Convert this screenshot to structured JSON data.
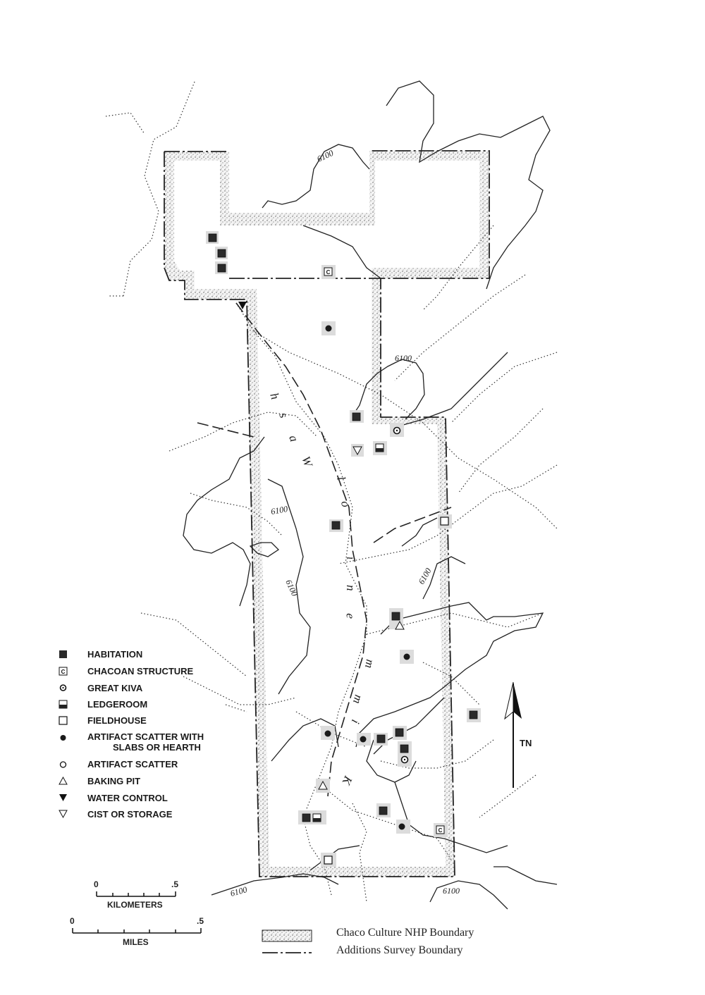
{
  "legend": {
    "items": [
      {
        "symbol": "habitation",
        "label": "HABITATION"
      },
      {
        "symbol": "chacoan",
        "label": "CHACOAN STRUCTURE"
      },
      {
        "symbol": "great-kiva",
        "label": "GREAT KIVA"
      },
      {
        "symbol": "ledgeroom",
        "label": "LEDGEROOM"
      },
      {
        "symbol": "fieldhouse",
        "label": "FIELDHOUSE"
      },
      {
        "symbol": "artifact-slabs",
        "label": "ARTIFACT SCATTER WITH",
        "label2": "SLABS OR HEARTH"
      },
      {
        "symbol": "artifact-scatter",
        "label": "ARTIFACT SCATTER"
      },
      {
        "symbol": "baking-pit",
        "label": "BAKING PIT"
      },
      {
        "symbol": "water-control",
        "label": "WATER CONTROL"
      },
      {
        "symbol": "cist",
        "label": "CIST OR STORAGE"
      }
    ]
  },
  "boundaries": {
    "park": "Chaco Culture NHP Boundary",
    "survey": "Additions Survey Boundary"
  },
  "scales": {
    "km": {
      "start": "0",
      "end": ".5",
      "unit": "KILOMETERS"
    },
    "miles": {
      "start": "0",
      "end": ".5",
      "unit": "MILES"
    }
  },
  "north_arrow": "TN",
  "chacoan_symbol_letter": "C",
  "contour_label": "6100",
  "wash_name_upper": [
    "W",
    "a",
    "s",
    "h"
  ],
  "wash_name_lower": [
    "K",
    "i",
    "m",
    "m",
    "e",
    "n",
    "i",
    "o",
    "l"
  ]
}
